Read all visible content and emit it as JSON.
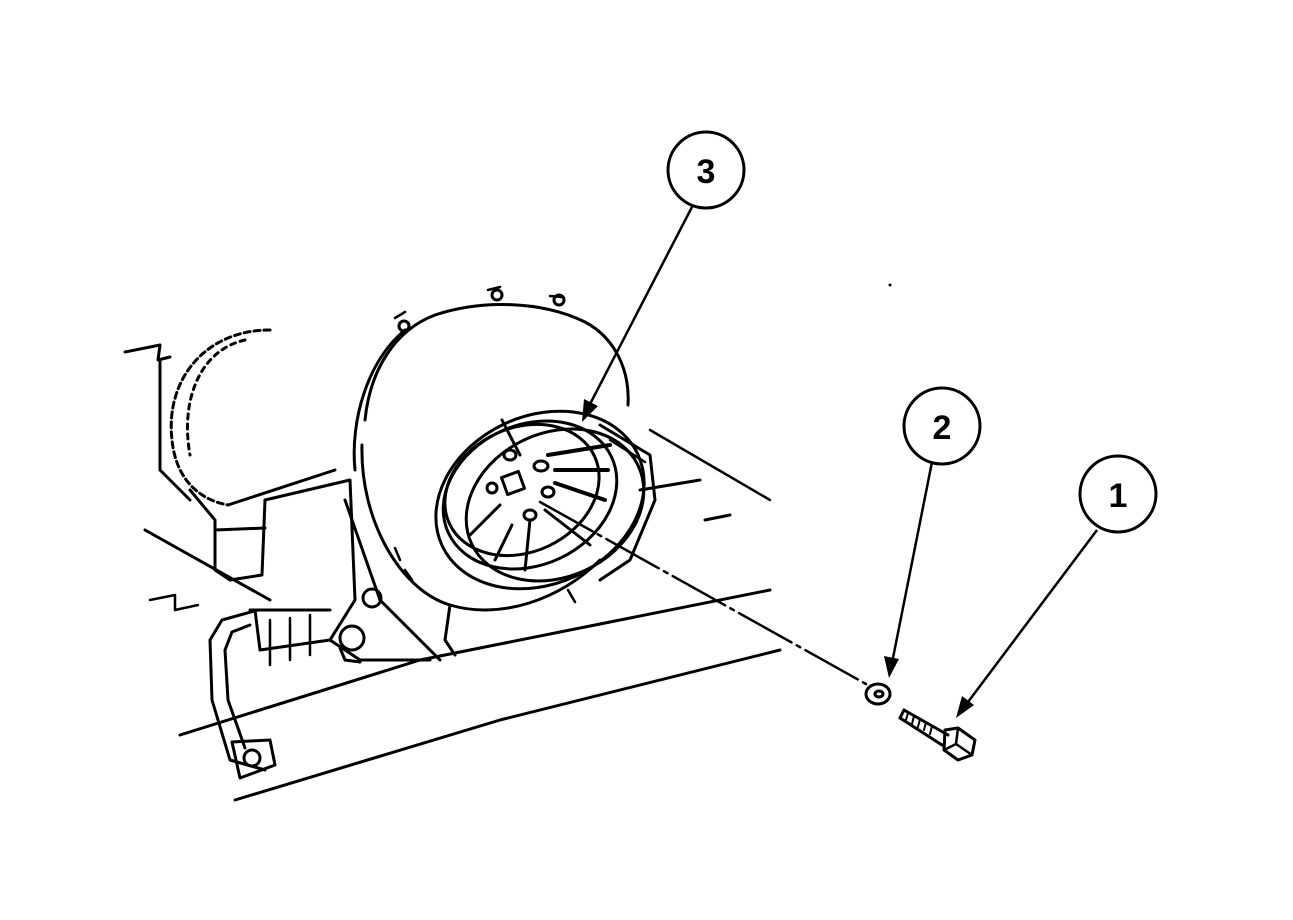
{
  "colors": {
    "ink": "#000000",
    "paper": "#ffffff"
  },
  "callouts": [
    {
      "number": "3",
      "part": "pulley"
    },
    {
      "number": "2",
      "part": "washer"
    },
    {
      "number": "1",
      "part": "screw"
    }
  ]
}
